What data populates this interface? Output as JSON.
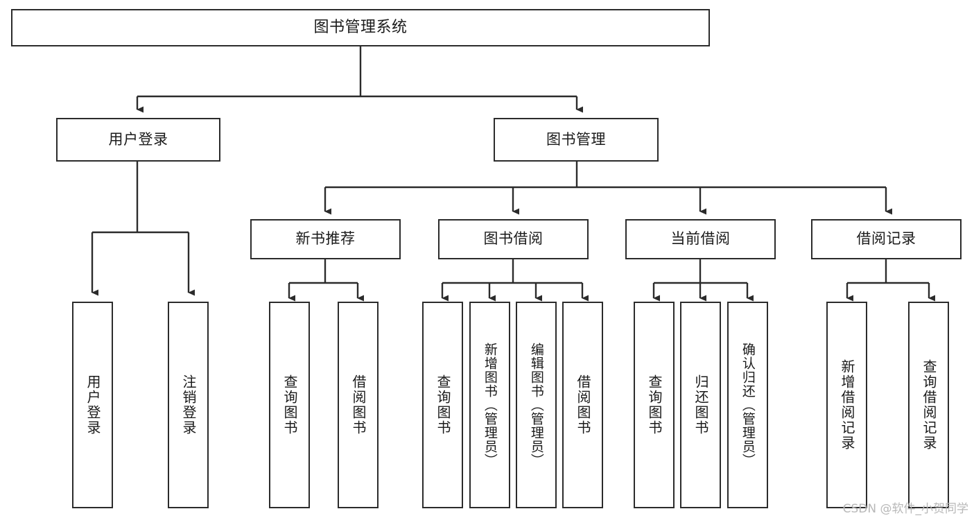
{
  "diagram": {
    "title": "图书管理系统",
    "type": "function-structure-tree",
    "watermark": "CSDN @软件_小贺同学",
    "colors": {
      "stroke": "#2b2b2b",
      "fill": "#ffffff",
      "text": "#1a1a1a",
      "watermark": "#b8b8b8",
      "background": "#ffffff"
    },
    "levels": [
      {
        "level": 0,
        "nodes": [
          {
            "id": "root",
            "label": "图书管理系统",
            "orientation": "horizontal"
          }
        ]
      },
      {
        "level": 1,
        "nodes": [
          {
            "id": "login",
            "label": "用户登录",
            "orientation": "horizontal",
            "parent": "root"
          },
          {
            "id": "bookmgmt",
            "label": "图书管理",
            "orientation": "horizontal",
            "parent": "root"
          }
        ]
      },
      {
        "level": 2,
        "nodes": [
          {
            "id": "newbook",
            "label": "新书推荐",
            "orientation": "horizontal",
            "parent": "bookmgmt"
          },
          {
            "id": "borrow",
            "label": "图书借阅",
            "orientation": "horizontal",
            "parent": "bookmgmt"
          },
          {
            "id": "current",
            "label": "当前借阅",
            "orientation": "horizontal",
            "parent": "bookmgmt"
          },
          {
            "id": "records",
            "label": "借阅记录",
            "orientation": "horizontal",
            "parent": "bookmgmt"
          }
        ]
      },
      {
        "level": 3,
        "nodes": [
          {
            "id": "leaf1",
            "label": "用户登录",
            "orientation": "vertical",
            "parent": "login"
          },
          {
            "id": "leaf2",
            "label": "注销登录",
            "orientation": "vertical",
            "parent": "login"
          },
          {
            "id": "leaf3",
            "label": "查询图书",
            "orientation": "vertical",
            "parent": "newbook"
          },
          {
            "id": "leaf4",
            "label": "借阅图书",
            "orientation": "vertical",
            "parent": "newbook"
          },
          {
            "id": "leaf5",
            "label": "查询图书",
            "orientation": "vertical",
            "parent": "borrow"
          },
          {
            "id": "leaf6",
            "label": "新增图书（管理员）",
            "orientation": "vertical",
            "parent": "borrow"
          },
          {
            "id": "leaf7",
            "label": "编辑图书（管理员）",
            "orientation": "vertical",
            "parent": "borrow"
          },
          {
            "id": "leaf8",
            "label": "借阅图书",
            "orientation": "vertical",
            "parent": "borrow"
          },
          {
            "id": "leaf9",
            "label": "查询图书",
            "orientation": "vertical",
            "parent": "current"
          },
          {
            "id": "leaf10",
            "label": "归还图书",
            "orientation": "vertical",
            "parent": "current"
          },
          {
            "id": "leaf11",
            "label": "确认归还（管理员）",
            "orientation": "vertical",
            "parent": "current"
          },
          {
            "id": "leaf12",
            "label": "新增借阅记录",
            "orientation": "vertical",
            "parent": "records"
          },
          {
            "id": "leaf13",
            "label": "查询借阅记录",
            "orientation": "vertical",
            "parent": "records"
          }
        ]
      }
    ]
  }
}
